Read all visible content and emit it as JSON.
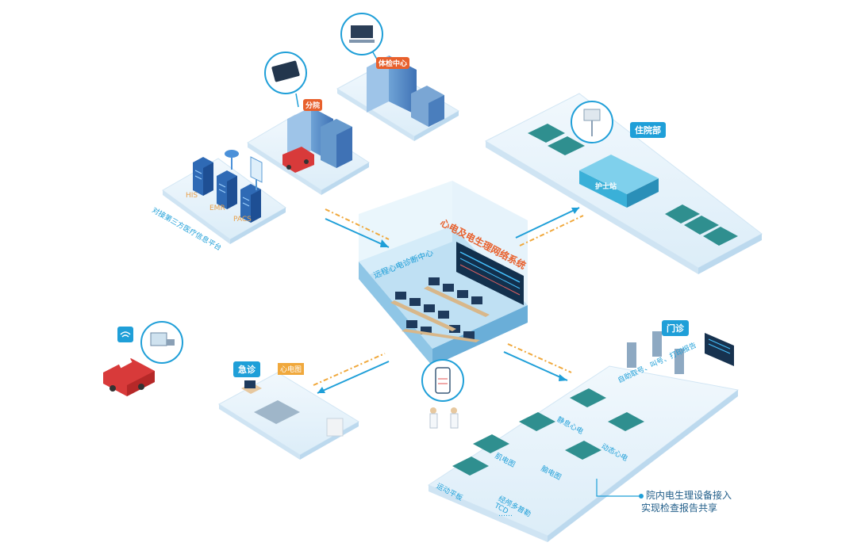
{
  "center": {
    "title": "心电及电生理网络系统",
    "wall_label": "远程心电诊断中心"
  },
  "third_party": {
    "servers": [
      "HIS",
      "EMR",
      "PACS"
    ],
    "caption": "对接第三方医疗信息平台"
  },
  "branch": {
    "label": "分院"
  },
  "checkup": {
    "label": "体检中心"
  },
  "inpatient": {
    "tag": "住院部",
    "station": "护士站"
  },
  "emergency": {
    "tag": "急诊",
    "sign": "心电图"
  },
  "outpatient": {
    "tag": "门诊",
    "kiosk_caption": "自助取号、叫号、打印报告",
    "rooms": [
      "静息心电",
      "动态心电",
      "脑电图",
      "肌电图",
      "运动平板",
      "经颅多普勒 TCD"
    ],
    "more": "……"
  },
  "note": {
    "line1": "院内电生理设备接入",
    "line2": "实现检查报告共享"
  },
  "colors": {
    "accent": "#1f9fd8",
    "arrow_orange": "#f0a83c",
    "title_orange": "#e8602c",
    "platform": "#e6f3fb"
  }
}
